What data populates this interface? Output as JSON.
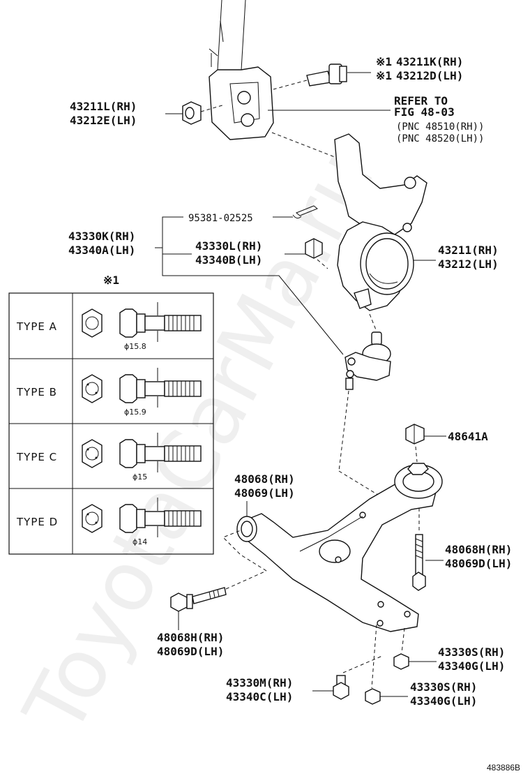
{
  "labels": {
    "bolt_rh": "43211K(RH)",
    "bolt_lh": "43212D(LH)",
    "bolt_mark": "※1",
    "nut_rh": "43211L(RH)",
    "nut_lh": "43212E(LH)",
    "refer_1": "REFER TO",
    "refer_2": "FIG 48-03",
    "refer_3": "(PNC 48510(RH))",
    "refer_4": "(PNC 48520(LH))",
    "pin": "95381-02525",
    "ball_rh": "43330K(RH)",
    "ball_lh": "43340A(LH)",
    "nut2_rh": "43330L(RH)",
    "nut2_lh": "43340B(LH)",
    "knuckle_rh": "43211(RH)",
    "knuckle_lh": "43212(LH)",
    "nut3": "48641A",
    "arm_rh": "48068(RH)",
    "arm_lh": "48069(LH)",
    "bolt2_rh": "48068H(RH)",
    "bolt2_lh": "48069D(LH)",
    "bolt3_rh": "48068H(RH)",
    "bolt3_lh": "48069D(LH)",
    "s1_rh": "43330S(RH)",
    "s1_lh": "43340G(LH)",
    "m_rh": "43330M(RH)",
    "m_lh": "43340C(LH)",
    "s2_rh": "43330S(RH)",
    "s2_lh": "43340G(LH)"
  },
  "type_table": {
    "mark": "※1",
    "rows": [
      {
        "type": "TYPE A",
        "dim": "ϕ15.8"
      },
      {
        "type": "TYPE B",
        "dim": "ϕ15.9"
      },
      {
        "type": "TYPE C",
        "dim": "ϕ15"
      },
      {
        "type": "TYPE D",
        "dim": "ϕ14"
      }
    ]
  },
  "watermark": "ToyotaCarMa.ru",
  "figure_id": "483886B"
}
